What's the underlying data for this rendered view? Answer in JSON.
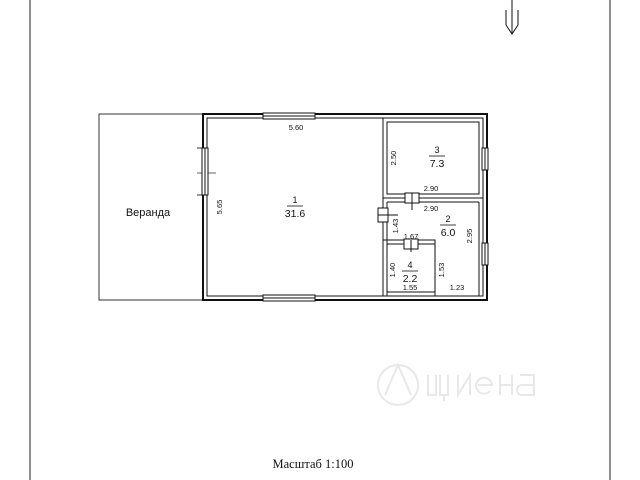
{
  "plan": {
    "veranda_label": "Веранда",
    "scale_label": "Масштаб 1:100",
    "rooms": [
      {
        "id": "1",
        "number": "1",
        "area": "31.6"
      },
      {
        "id": "2",
        "number": "2",
        "area": "6.0"
      },
      {
        "id": "3",
        "number": "3",
        "area": "7.3"
      },
      {
        "id": "4",
        "number": "4",
        "area": "2.2"
      }
    ],
    "dimensions": {
      "room1_width": "5.60",
      "room1_height": "5.65",
      "room3_height": "2.50",
      "room3_width": "2.90",
      "room2_width": "2.90",
      "room2_height": "2.95",
      "room2_step": "1.43",
      "room2_inner": "1.67",
      "room2_right_height": "1.53",
      "room2_bottom": "1.23",
      "room4_height": "1.40",
      "room4_width": "1.55"
    }
  }
}
